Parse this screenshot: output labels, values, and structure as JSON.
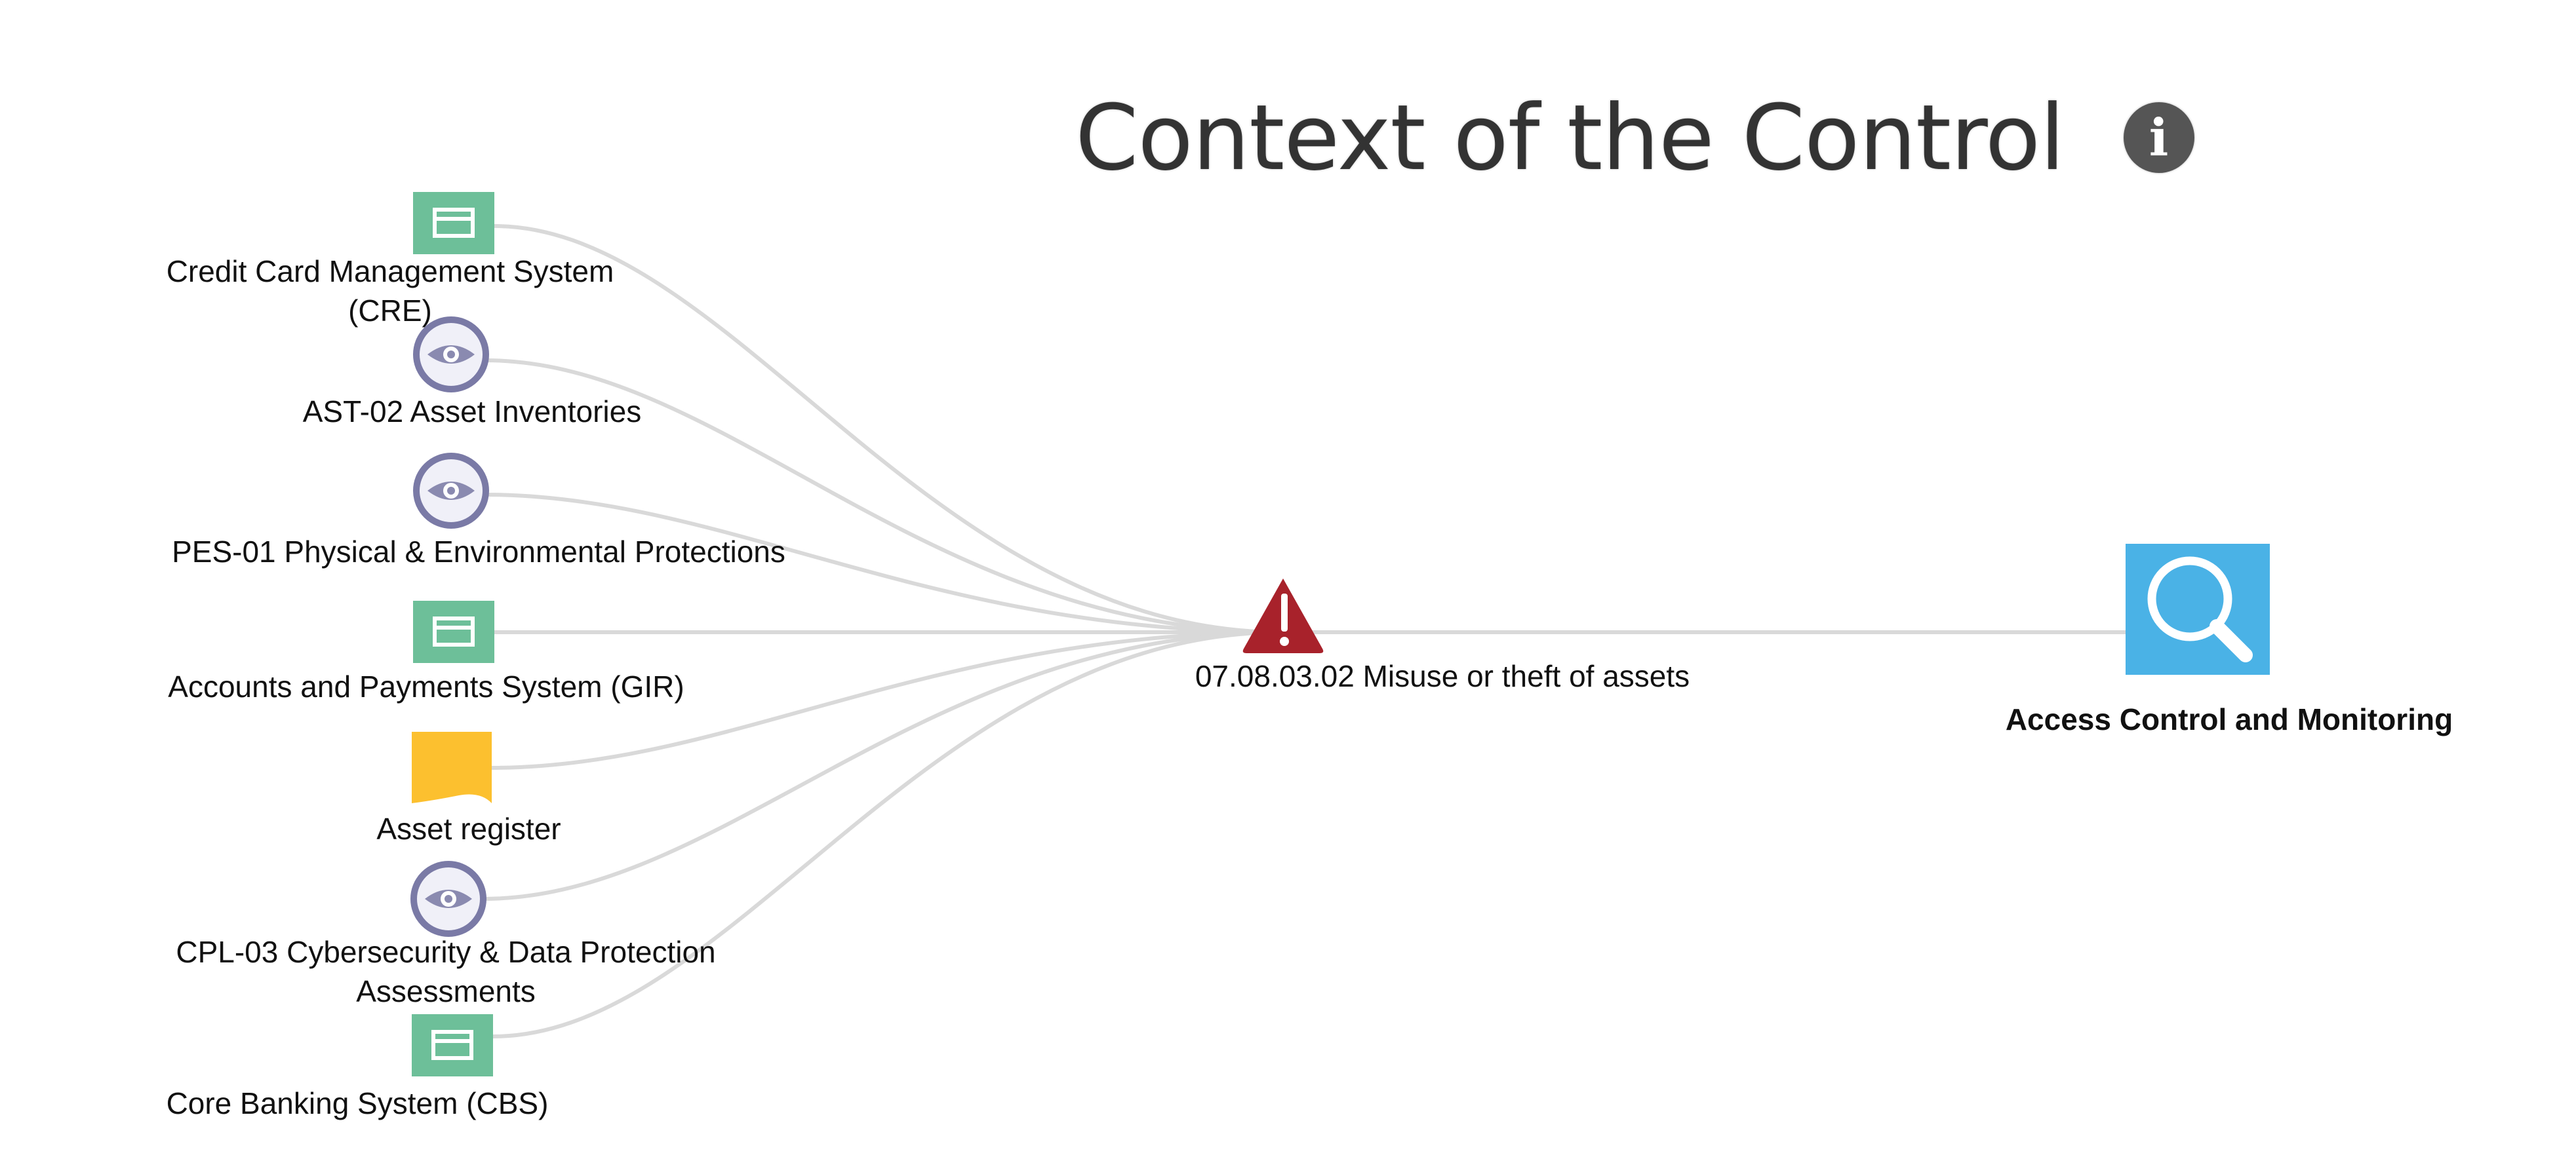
{
  "header": {
    "title": "Context of the Control",
    "info_icon": "info-circle-icon"
  },
  "colors": {
    "system": "#6dbf99",
    "control": "#7a7aa6",
    "document": "#fcc02f",
    "risk": "#a8222b",
    "target": "#4ab2e6",
    "edge": "#d9d9d9"
  },
  "nodes": {
    "credit_card": {
      "label": "Credit Card Management System (CRE)",
      "type": "system",
      "icon": "application-window-icon"
    },
    "ast02": {
      "label": "AST-02 Asset Inventories",
      "type": "control",
      "icon": "eye-icon"
    },
    "pes01": {
      "label": "PES-01 Physical & Environmental Protections",
      "type": "control",
      "icon": "eye-icon"
    },
    "accounts": {
      "label": "Accounts and Payments System (GIR)",
      "type": "system",
      "icon": "application-window-icon"
    },
    "asset_register": {
      "label": "Asset register",
      "type": "document",
      "icon": "document-icon"
    },
    "cpl03": {
      "label": "CPL-03 Cybersecurity & Data Protection Assessments",
      "type": "control",
      "icon": "eye-icon"
    },
    "core_banking": {
      "label": "Core Banking System (CBS)",
      "type": "system",
      "icon": "application-window-icon"
    },
    "risk": {
      "label": "07.08.03.02 Misuse or theft of assets",
      "type": "risk",
      "icon": "warning-triangle-icon"
    },
    "target": {
      "label": "Access Control and Monitoring",
      "type": "control-target",
      "icon": "magnifier-icon"
    }
  },
  "edges": [
    [
      "credit_card",
      "risk"
    ],
    [
      "ast02",
      "risk"
    ],
    [
      "pes01",
      "risk"
    ],
    [
      "accounts",
      "risk"
    ],
    [
      "asset_register",
      "risk"
    ],
    [
      "cpl03",
      "risk"
    ],
    [
      "core_banking",
      "risk"
    ],
    [
      "risk",
      "target"
    ]
  ]
}
